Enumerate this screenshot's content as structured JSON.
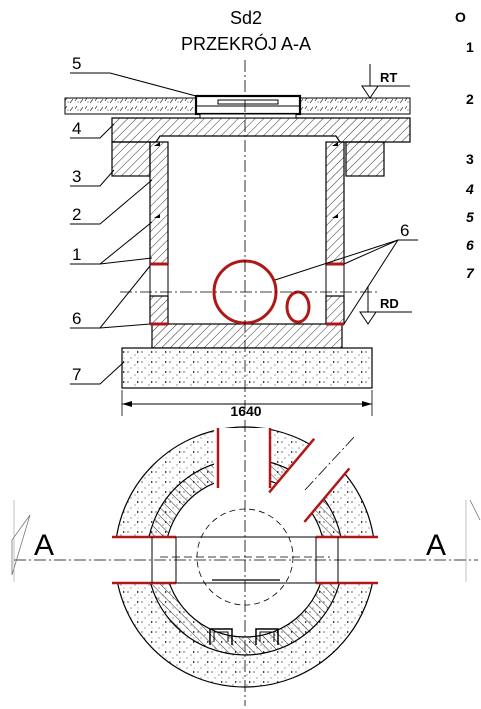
{
  "drawing": {
    "name": "Sd2",
    "section_title": "PRZEKRÓJ A-A",
    "levels": {
      "top": "RT",
      "bottom": "RD"
    },
    "dimension": "1640",
    "section_mark": "A",
    "callouts": [
      "5",
      "4",
      "3",
      "2",
      "1",
      "6",
      "6",
      "7"
    ]
  },
  "legend": {
    "header": "O",
    "items": [
      "1",
      "2",
      "3",
      "4",
      "5",
      "6",
      "7"
    ]
  },
  "colors": {
    "pipe": "#b01818",
    "line": "#000000",
    "accent_gray": "#888888"
  }
}
